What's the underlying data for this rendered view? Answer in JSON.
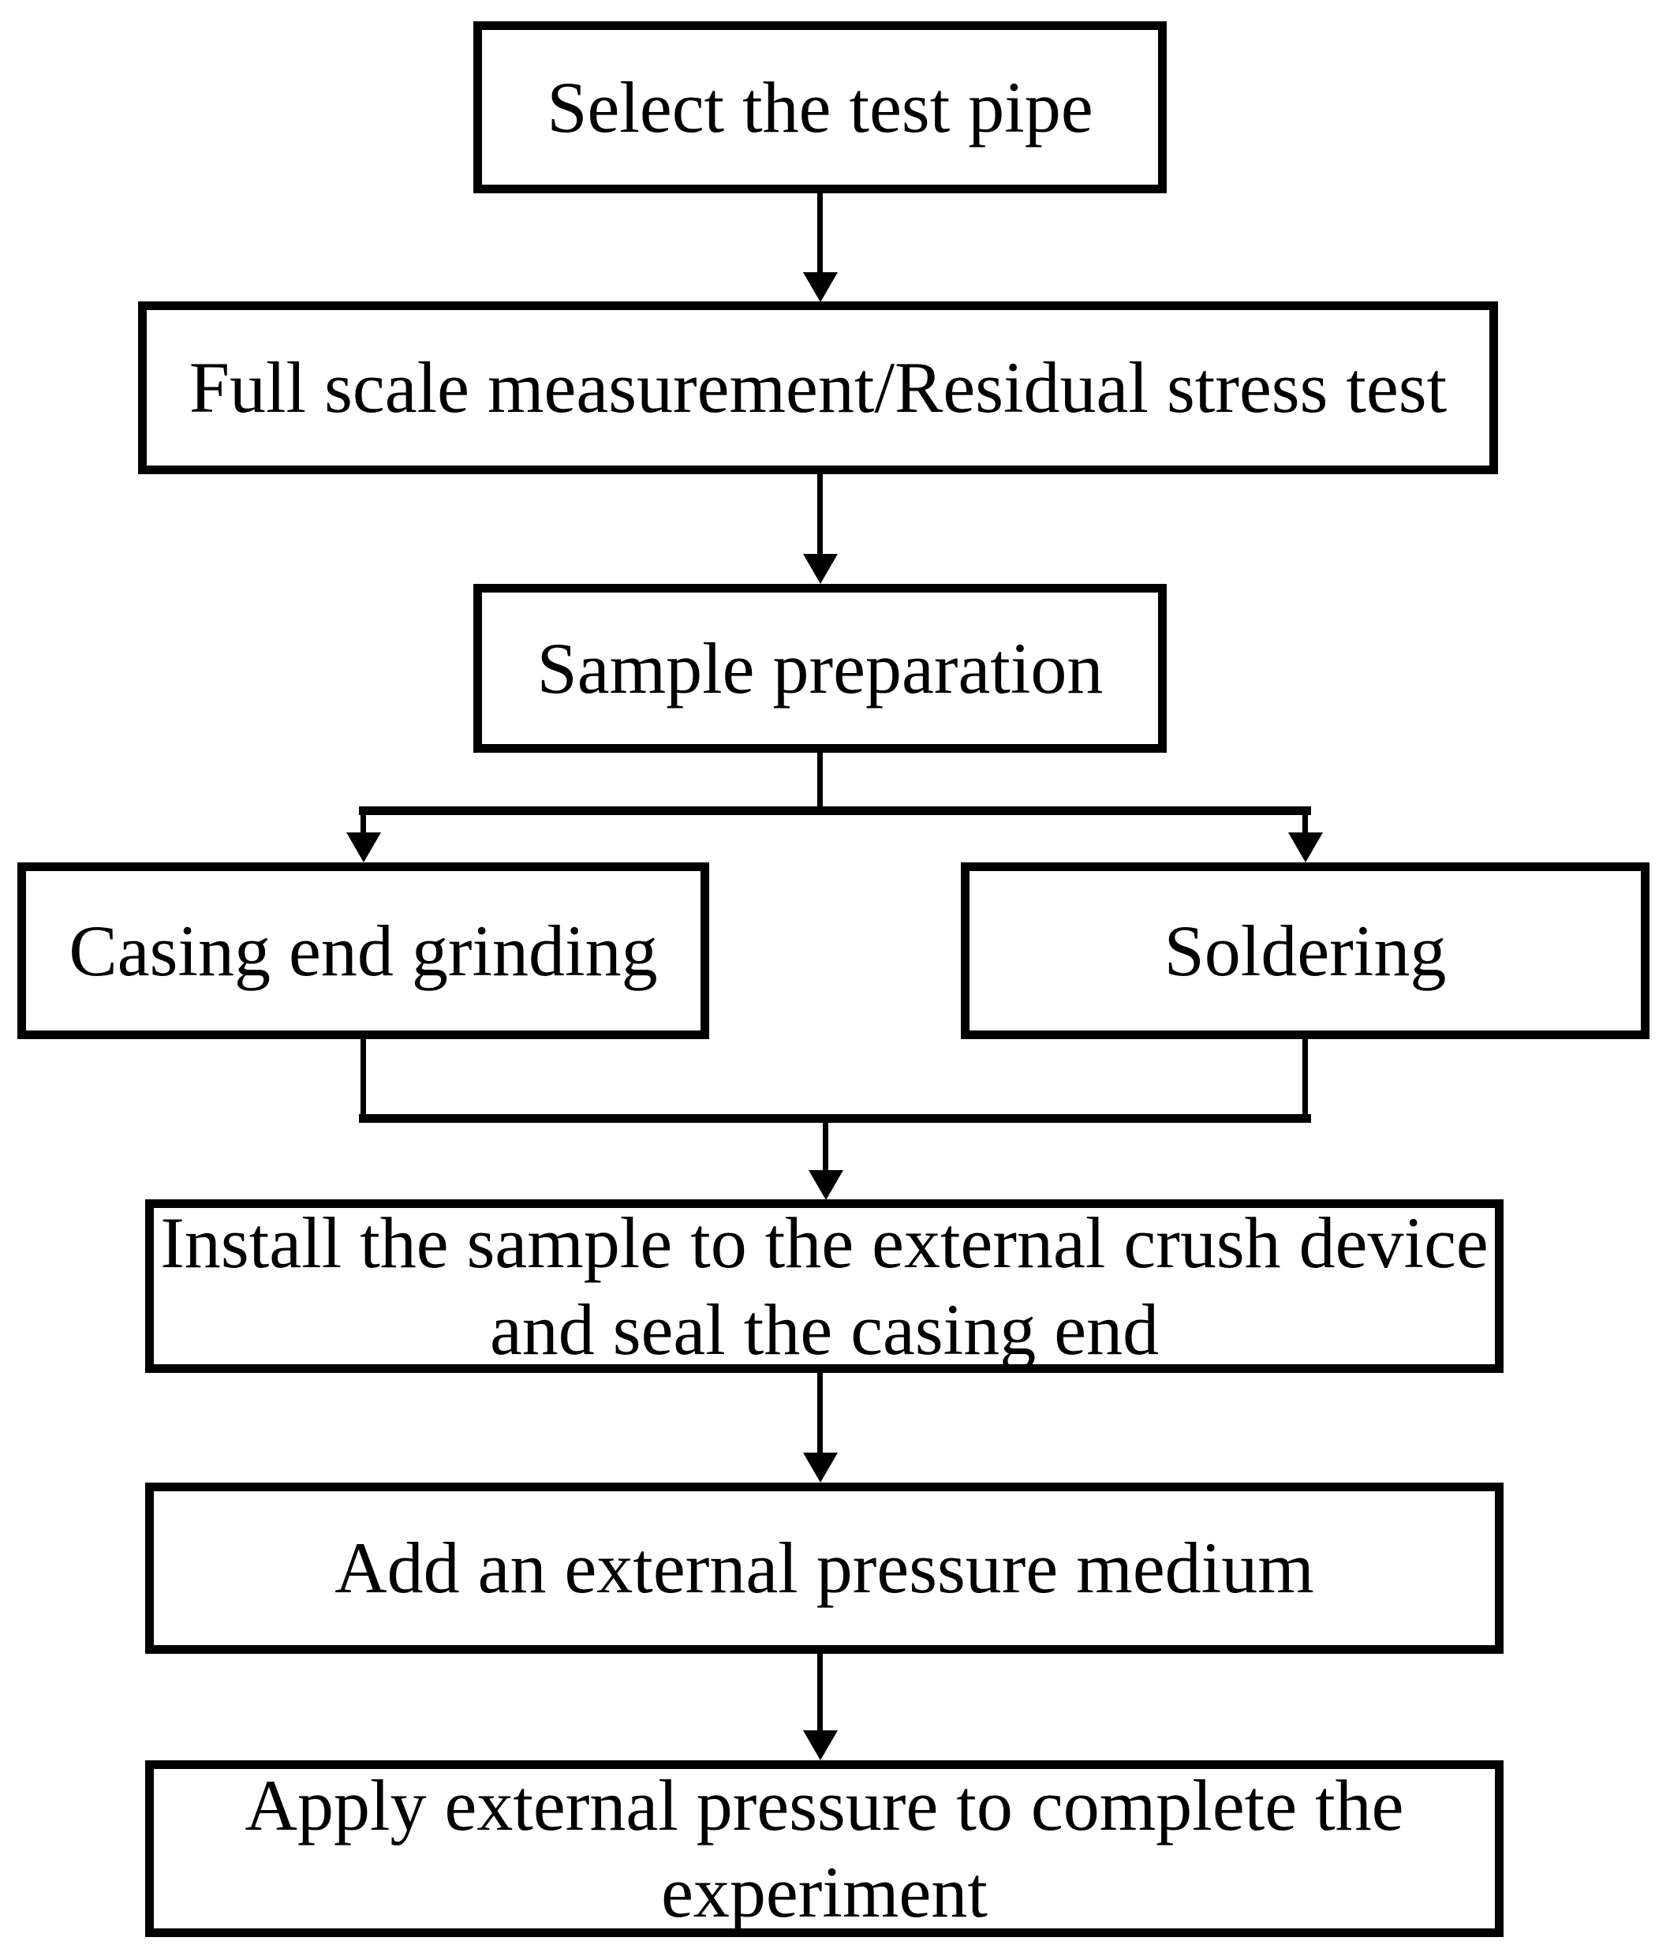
{
  "colors": {
    "line": "#000000",
    "background": "#ffffff",
    "box_fill": "#ffffff"
  },
  "nodes": {
    "select": {
      "label": "Select the test pipe"
    },
    "measure": {
      "label": "Full scale measurement/Residual stress test"
    },
    "sample": {
      "label": "Sample preparation"
    },
    "grinding": {
      "label": "Casing end grinding"
    },
    "soldering": {
      "label": "Soldering"
    },
    "install": {
      "label": "Install the sample to the external crush device and seal the casing end"
    },
    "medium": {
      "label": "Add an external pressure medium"
    },
    "apply": {
      "label": "Apply external pressure to complete the experiment"
    }
  },
  "edges": [
    {
      "from": "select",
      "to": "measure"
    },
    {
      "from": "measure",
      "to": "sample"
    },
    {
      "from": "sample",
      "to": "grinding"
    },
    {
      "from": "sample",
      "to": "soldering"
    },
    {
      "from": "grinding",
      "to": "install"
    },
    {
      "from": "soldering",
      "to": "install"
    },
    {
      "from": "install",
      "to": "medium"
    },
    {
      "from": "medium",
      "to": "apply"
    }
  ]
}
